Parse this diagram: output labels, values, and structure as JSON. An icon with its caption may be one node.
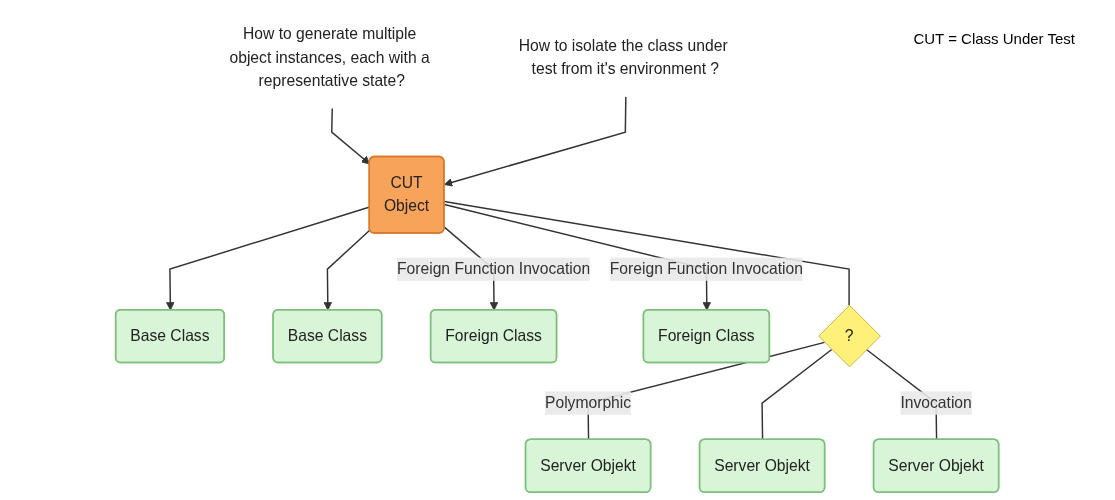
{
  "diagram": {
    "nodes": [
      {
        "text": [
          "Base Class"
        ]
      },
      {
        "text": [
          "Base Class"
        ]
      },
      {
        "text": [
          "CUT",
          "Object"
        ]
      },
      {
        "text": [
          "Foreign Class"
        ]
      },
      {
        "text": [
          "Foreign Class"
        ]
      },
      {
        "text": [
          "How to generate multiple object instances, each with a representative state?"
        ]
      },
      {
        "text": [
          "How to isolate the class under test from it's environment ?"
        ]
      },
      {
        "text": [
          "?"
        ]
      },
      {
        "text": [
          "Server Objekt"
        ]
      },
      {
        "text": [
          "Server Objekt"
        ]
      },
      {
        "text": [
          "Server Objekt"
        ]
      }
    ],
    "edges": [
      {
        "from": 2,
        "to": 0,
        "arrow": "to"
      },
      {
        "from": 2,
        "to": 1,
        "arrow": "to"
      },
      {
        "from": 2,
        "to": 3,
        "label": "Foreign Function Invocation",
        "arrow": "to"
      },
      {
        "from": 2,
        "to": 4,
        "label": "Foreign Function Invocation",
        "arrow": "to"
      },
      {
        "from": 5,
        "to": 2,
        "arrow": "to"
      },
      {
        "from": 6,
        "to": 2,
        "arrow": "to"
      },
      {
        "from": 2,
        "to": 7,
        "arrow": "none"
      },
      {
        "from": 7,
        "to": 8,
        "label": "Polymorphic",
        "arrow": "none"
      },
      {
        "from": 7,
        "to": 9,
        "arrow": "none"
      },
      {
        "from": 7,
        "to": 10,
        "label": "Invocation",
        "arrow": "none"
      }
    ],
    "labels": [
      "CUT = Class Under Test"
    ]
  }
}
